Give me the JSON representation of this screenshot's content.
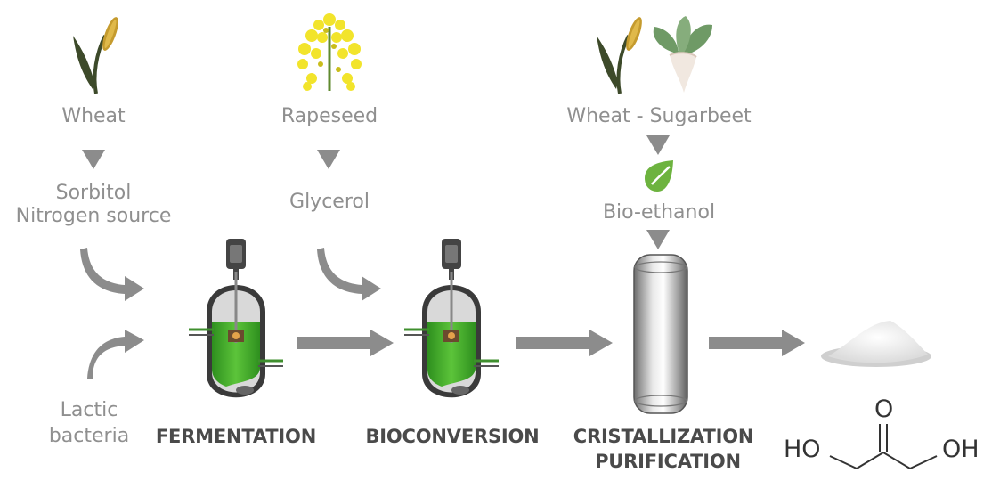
{
  "sources": {
    "wheat": "Wheat",
    "rapeseed": "Rapeseed",
    "wheat_sugarbeet": "Wheat - Sugarbeet"
  },
  "inputs": {
    "sorbitol": "Sorbitol",
    "nitrogen": "Nitrogen source",
    "glycerol": "Glycerol",
    "bioethanol": "Bio-ethanol",
    "lactic": "Lactic",
    "bacteria": "bacteria"
  },
  "steps": {
    "fermentation": "FERMENTATION",
    "bioconversion": "BIOCONVERSION",
    "cristallization": "CRISTALLIZATION",
    "purification": "PURIFICATION"
  },
  "molecule": {
    "o_top": "O",
    "ho_left": "HO",
    "oh_right": "OH"
  },
  "colors": {
    "text_grey": "#8f8f8f",
    "step_text": "#4a4a4a",
    "arrow_grey": "#8c8c8c",
    "liquid_green": "#3fae2a",
    "leaf_green": "#6db33f",
    "rapeseed_yellow": "#f2e42b"
  }
}
